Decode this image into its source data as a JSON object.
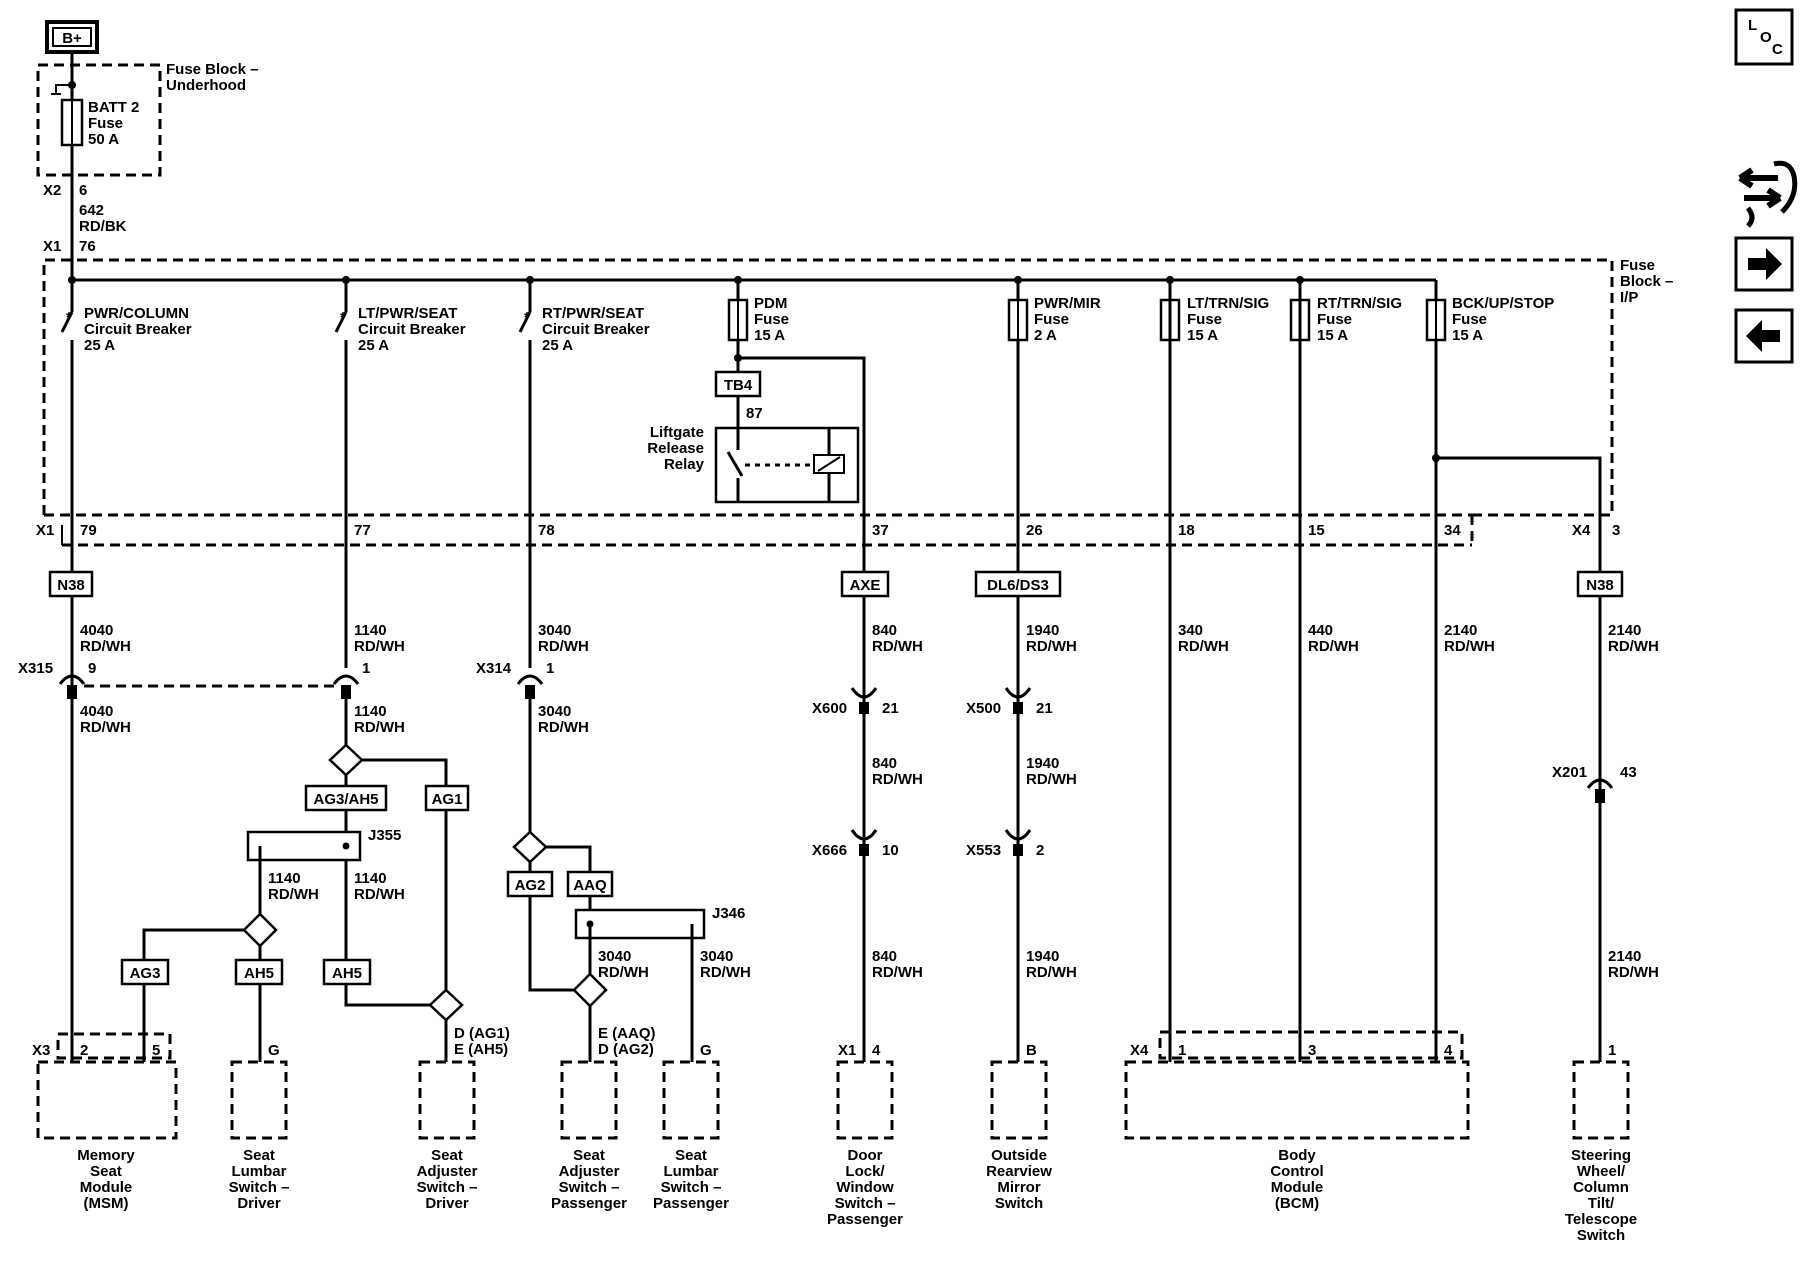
{
  "source": {
    "label": "B+",
    "block": [
      "Fuse Block –",
      "Underhood"
    ],
    "fuse": [
      "BATT 2",
      "Fuse",
      "50 A"
    ],
    "conn_top": "X2",
    "pin_top": "6",
    "wire": [
      "642",
      "RD/BK"
    ],
    "conn_bottom": "X1",
    "pin_bottom": "76"
  },
  "ip_block": [
    "Fuse",
    "Block –",
    "I/P"
  ],
  "protectors": [
    [
      "PWR/COLUMN",
      "Circuit Breaker",
      "25 A"
    ],
    [
      "LT/PWR/SEAT",
      "Circuit Breaker",
      "25 A"
    ],
    [
      "RT/PWR/SEAT",
      "Circuit Breaker",
      "25 A"
    ],
    [
      "PDM",
      "Fuse",
      "15 A"
    ],
    [
      "PWR/MIR",
      "Fuse",
      "2 A"
    ],
    [
      "LT/TRN/SIG",
      "Fuse",
      "15 A"
    ],
    [
      "RT/TRN/SIG",
      "Fuse",
      "15 A"
    ],
    [
      "BCK/UP/STOP",
      "Fuse",
      "15 A"
    ]
  ],
  "relay": {
    "tag": "TB4",
    "pin": "87",
    "name": [
      "Liftgate",
      "Release",
      "Relay"
    ]
  },
  "x1_conn": "X1",
  "x1_pins": [
    "79",
    "77",
    "78",
    "37",
    "26",
    "18",
    "15",
    "34"
  ],
  "x4_conn": "X4",
  "x4_pin": "3",
  "options": [
    "N38",
    "AXE",
    "DL6/DS3",
    "N38"
  ],
  "wires": {
    "c4040": [
      "4040",
      "RD/WH"
    ],
    "c1140": [
      "1140",
      "RD/WH"
    ],
    "c3040": [
      "3040",
      "RD/WH"
    ],
    "c840": [
      "840",
      "RD/WH"
    ],
    "c1940": [
      "1940",
      "RD/WH"
    ],
    "c340": [
      "340",
      "RD/WH"
    ],
    "c440": [
      "440",
      "RD/WH"
    ],
    "c2140": [
      "2140",
      "RD/WH"
    ]
  },
  "inline": {
    "x315": "X315",
    "x315_pin": "9",
    "x315_pin2": "1",
    "x314": "X314",
    "x314_pin": "1",
    "x600": "X600",
    "x600_pin": "21",
    "x666": "X666",
    "x666_pin": "10",
    "x500": "X500",
    "x500_pin": "21",
    "x553": "X553",
    "x553_pin": "2",
    "x201": "X201",
    "x201_pin": "43"
  },
  "splices": [
    "J355",
    "J346"
  ],
  "option_tags": [
    "AG3/AH5",
    "AG1",
    "AG3",
    "AH5",
    "AH5",
    "AG2",
    "AAQ"
  ],
  "terminals": {
    "msm_conn": "X3",
    "msm_pin_a": "2",
    "msm_pin_b": "5",
    "lumbar_drv_pin": "G",
    "adj_drv_pin": [
      "D (AG1)",
      "E (AH5)"
    ],
    "adj_pass_pin": [
      "E (AAQ)",
      "D (AG2)"
    ],
    "lumbar_pass_pin": "G",
    "door_conn": "X1",
    "door_pin": "4",
    "mirror_pin": "B",
    "bcm_conn": "X4",
    "bcm_pins": [
      "1",
      "3",
      "4"
    ],
    "steer_pin": "1"
  },
  "components": [
    [
      "Memory",
      "Seat",
      "Module",
      "(MSM)"
    ],
    [
      "Seat",
      "Lumbar",
      "Switch –",
      "Driver"
    ],
    [
      "Seat",
      "Adjuster",
      "Switch –",
      "Driver"
    ],
    [
      "Seat",
      "Adjuster",
      "Switch –",
      "Passenger"
    ],
    [
      "Seat",
      "Lumbar",
      "Switch –",
      "Passenger"
    ],
    [
      "Door",
      "Lock/",
      "Window",
      "Switch –",
      "Passenger"
    ],
    [
      "Outside",
      "Rearview",
      "Mirror",
      "Switch"
    ],
    [
      "Body",
      "Control",
      "Module",
      "(BCM)"
    ],
    [
      "Steering",
      "Wheel/",
      "Column",
      "Tilt/",
      "Telescope",
      "Switch"
    ]
  ],
  "nav": {
    "loc": [
      "L",
      "O",
      "C"
    ],
    "icons": [
      "connector-swap-icon",
      "arrow-right-icon",
      "arrow-left-icon"
    ]
  }
}
